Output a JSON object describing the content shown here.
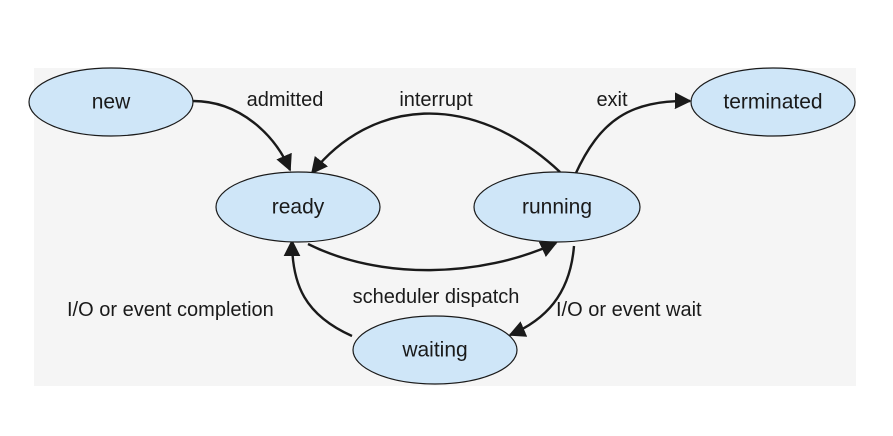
{
  "states": {
    "new": "new",
    "ready": "ready",
    "running": "running",
    "waiting": "waiting",
    "terminated": "terminated"
  },
  "transitions": {
    "admitted": "admitted",
    "interrupt": "interrupt",
    "exit": "exit",
    "scheduler_dispatch": "scheduler dispatch",
    "io_event_completion": "I/O or event completion",
    "io_event_wait": "I/O or event wait"
  },
  "colors": {
    "state_fill": "#cfe6f8",
    "stroke": "#1a1a1a",
    "background": "#ffffff",
    "panel": "#f5f5f5"
  }
}
